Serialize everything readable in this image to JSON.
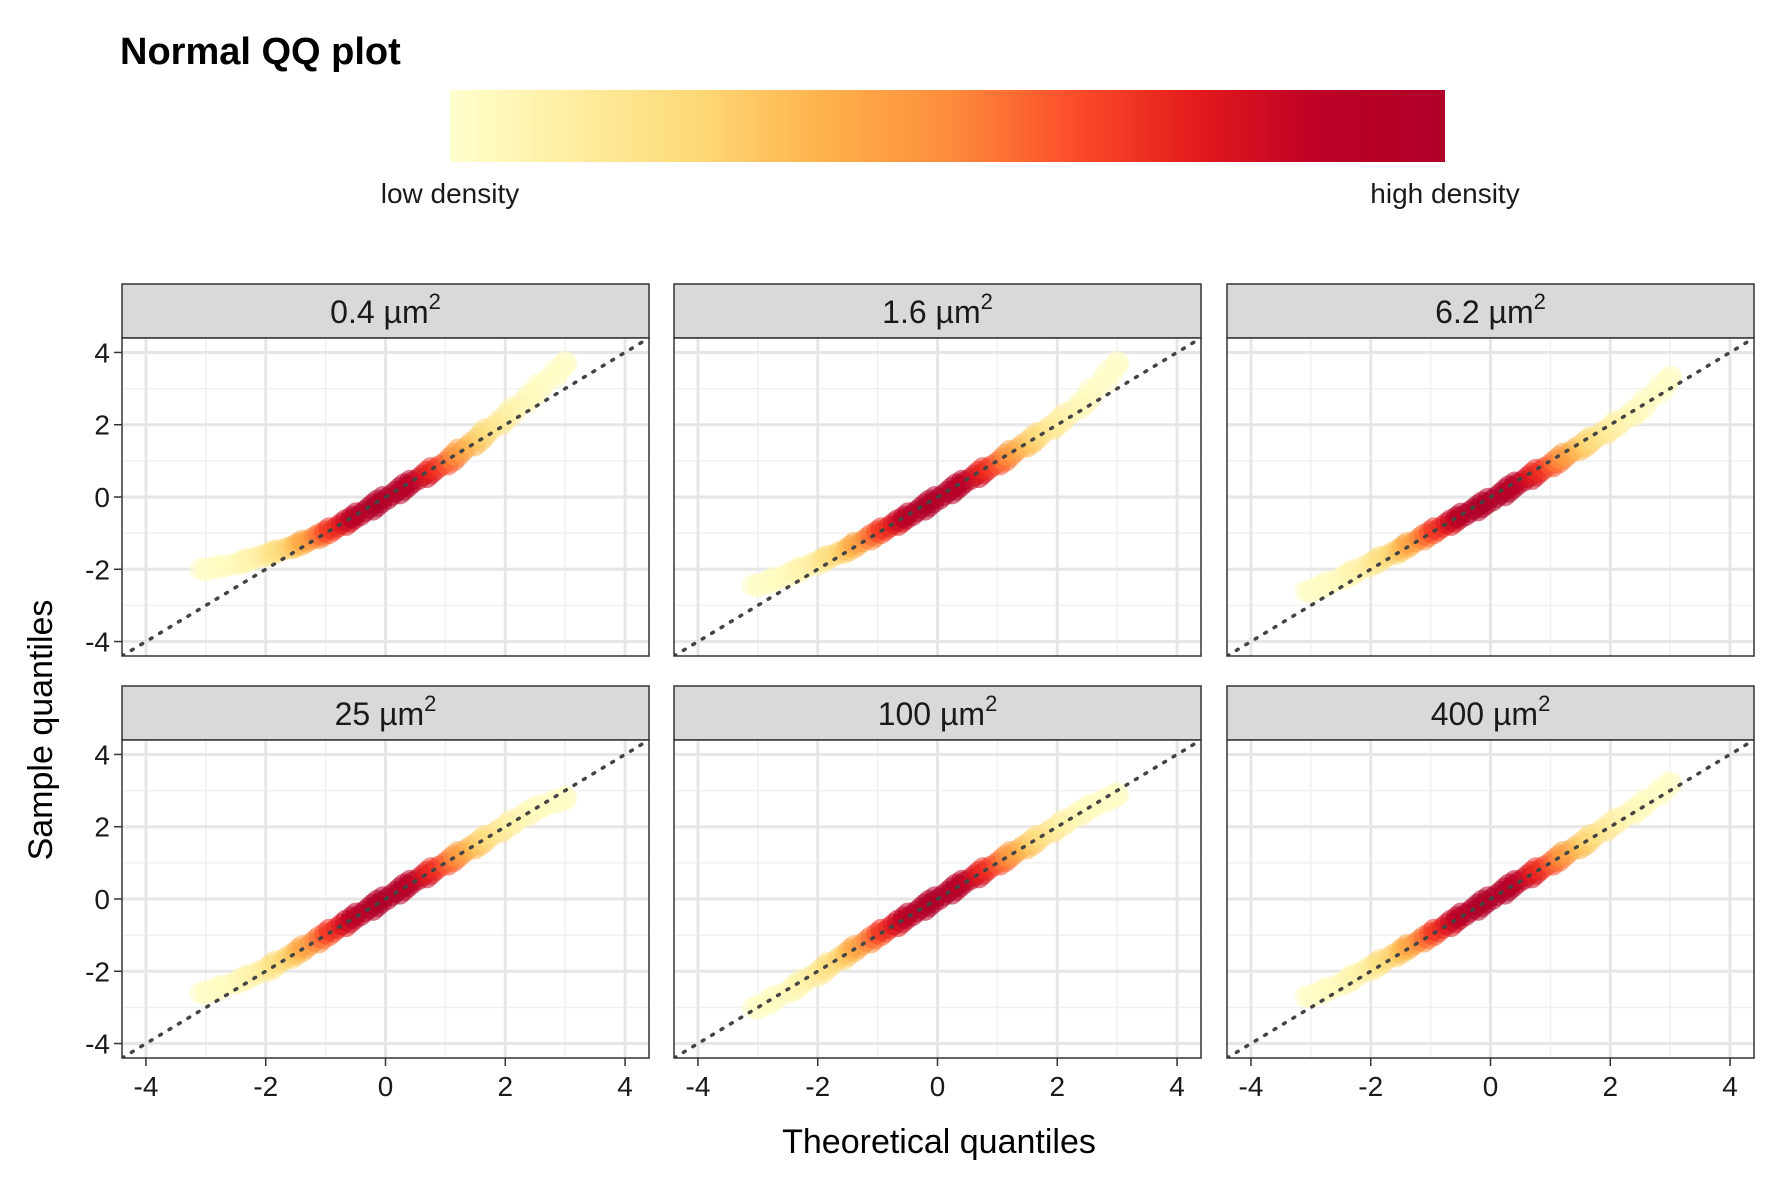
{
  "title": "Normal QQ plot",
  "legend": {
    "low_label": "low density",
    "high_label": "high density",
    "colors": [
      "#ffffcc",
      "#ffeda0",
      "#fed976",
      "#feb24c",
      "#fd8d3c",
      "#fc4e2a",
      "#e31a1c",
      "#bd0026",
      "#b00028"
    ]
  },
  "chart_data": {
    "type": "scatter",
    "subtype": "faceted normal QQ plot, points colored by density",
    "xlabel": "Theoretical quantiles",
    "ylabel": "Sample quantiles",
    "xlim": [
      -4.4,
      4.4
    ],
    "ylim": [
      -4.4,
      4.4
    ],
    "x_ticks": [
      -4,
      -2,
      0,
      2,
      4
    ],
    "y_ticks": [
      -4,
      -2,
      0,
      2,
      4
    ],
    "grid": true,
    "reference_line": {
      "style": "dotted",
      "color": "#444444",
      "slope": 1,
      "intercept": 0
    },
    "facets": [
      {
        "label": "0.4 µm",
        "superscript": "2",
        "points": [
          [
            -3.0,
            -2.0
          ],
          [
            -2.5,
            -1.85
          ],
          [
            -2.0,
            -1.6
          ],
          [
            -1.5,
            -1.35
          ],
          [
            -1.0,
            -1.0
          ],
          [
            -0.5,
            -0.55
          ],
          [
            0.0,
            -0.05
          ],
          [
            0.5,
            0.45
          ],
          [
            1.0,
            0.95
          ],
          [
            1.5,
            1.55
          ],
          [
            2.0,
            2.2
          ],
          [
            2.5,
            2.9
          ],
          [
            3.0,
            3.7
          ]
        ]
      },
      {
        "label": "1.6 µm",
        "superscript": "2",
        "points": [
          [
            -3.0,
            -2.45
          ],
          [
            -2.5,
            -2.15
          ],
          [
            -2.0,
            -1.8
          ],
          [
            -1.5,
            -1.45
          ],
          [
            -1.0,
            -1.0
          ],
          [
            -0.5,
            -0.55
          ],
          [
            0.0,
            -0.05
          ],
          [
            0.5,
            0.45
          ],
          [
            1.0,
            0.95
          ],
          [
            1.5,
            1.5
          ],
          [
            2.0,
            2.05
          ],
          [
            2.5,
            2.7
          ],
          [
            3.0,
            3.7
          ]
        ]
      },
      {
        "label": "6.2 µm",
        "superscript": "2",
        "points": [
          [
            -3.0,
            -2.6
          ],
          [
            -2.5,
            -2.25
          ],
          [
            -2.0,
            -1.85
          ],
          [
            -1.5,
            -1.45
          ],
          [
            -1.0,
            -1.0
          ],
          [
            -0.5,
            -0.55
          ],
          [
            0.0,
            -0.1
          ],
          [
            0.5,
            0.4
          ],
          [
            1.0,
            0.9
          ],
          [
            1.5,
            1.4
          ],
          [
            2.0,
            1.9
          ],
          [
            2.5,
            2.45
          ],
          [
            3.0,
            3.3
          ]
        ]
      },
      {
        "label": "25 µm",
        "superscript": "2",
        "points": [
          [
            -3.0,
            -2.6
          ],
          [
            -2.5,
            -2.3
          ],
          [
            -2.0,
            -1.95
          ],
          [
            -1.5,
            -1.5
          ],
          [
            -1.0,
            -1.0
          ],
          [
            -0.5,
            -0.5
          ],
          [
            0.0,
            0.0
          ],
          [
            0.5,
            0.5
          ],
          [
            1.0,
            1.0
          ],
          [
            1.5,
            1.5
          ],
          [
            2.0,
            2.0
          ],
          [
            2.5,
            2.5
          ],
          [
            3.0,
            2.8
          ]
        ]
      },
      {
        "label": "100 µm",
        "superscript": "2",
        "points": [
          [
            -3.0,
            -3.0
          ],
          [
            -2.5,
            -2.55
          ],
          [
            -2.0,
            -2.05
          ],
          [
            -1.5,
            -1.5
          ],
          [
            -1.0,
            -1.0
          ],
          [
            -0.5,
            -0.5
          ],
          [
            0.0,
            0.0
          ],
          [
            0.5,
            0.5
          ],
          [
            1.0,
            1.0
          ],
          [
            1.5,
            1.5
          ],
          [
            2.0,
            2.0
          ],
          [
            2.5,
            2.5
          ],
          [
            3.0,
            2.9
          ]
        ]
      },
      {
        "label": "400 µm",
        "superscript": "2",
        "points": [
          [
            -3.0,
            -2.7
          ],
          [
            -2.5,
            -2.35
          ],
          [
            -2.0,
            -1.9
          ],
          [
            -1.5,
            -1.45
          ],
          [
            -1.0,
            -1.0
          ],
          [
            -0.5,
            -0.5
          ],
          [
            0.0,
            0.0
          ],
          [
            0.5,
            0.5
          ],
          [
            1.0,
            1.0
          ],
          [
            1.5,
            1.5
          ],
          [
            2.0,
            2.05
          ],
          [
            2.5,
            2.55
          ],
          [
            3.0,
            3.2
          ]
        ]
      }
    ]
  }
}
